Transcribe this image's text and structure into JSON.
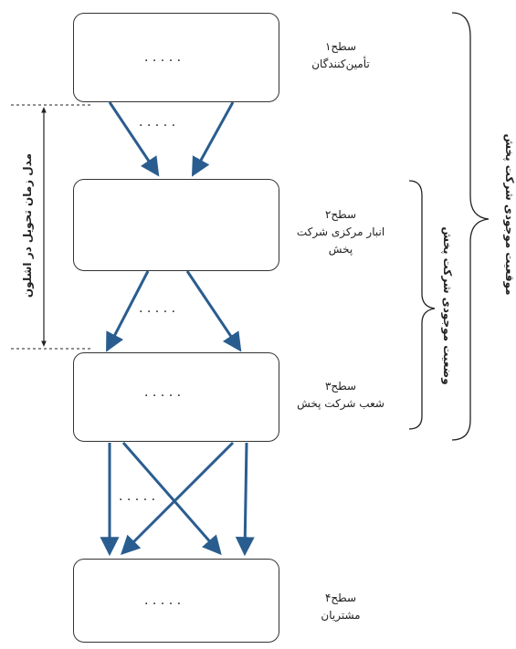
{
  "levels": [
    {
      "title": "سطح۱",
      "name": "تأمین‌کنندگان",
      "icon": "factory-icon"
    },
    {
      "title": "سطح۲",
      "name": "انبار مرکزی شرکت پخش",
      "icon": "warehouse-icon"
    },
    {
      "title": "سطح۳",
      "name": "شعب شرکت پخش",
      "icon": "branch-building-icon"
    },
    {
      "title": "سطح۴",
      "name": "مشتریان",
      "icon": "pharmacy-icon"
    }
  ],
  "ellipsis": ". . . . .",
  "braces": {
    "outer_label": "موقعیت موجودی شرکت پخش",
    "inner_label": "وضعیت موجودی شرکت پخش"
  },
  "left_dimension": {
    "label": "مدل زمان تحویل در اشلون"
  },
  "colors": {
    "arrow": "#2a5d8f",
    "border": "#333333"
  }
}
